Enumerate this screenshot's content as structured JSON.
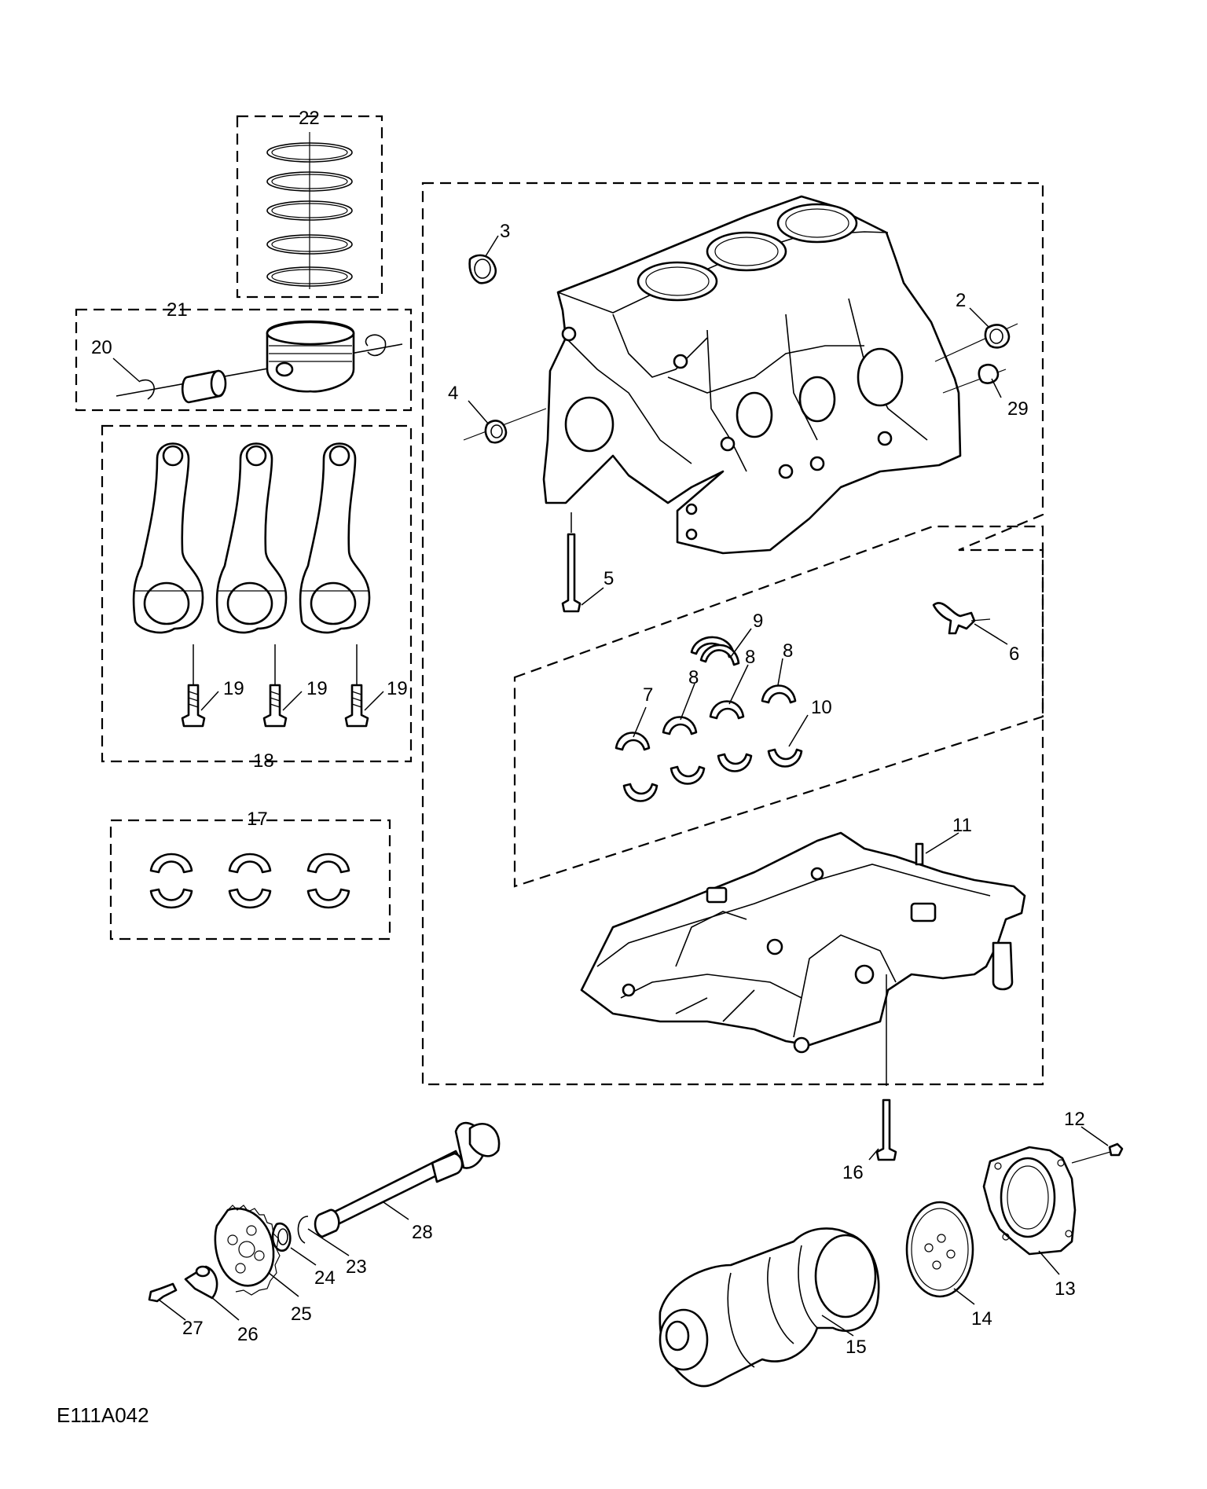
{
  "diagram": {
    "figure_id": "E111A042",
    "callouts": [
      "2",
      "3",
      "4",
      "5",
      "6",
      "7",
      "8",
      "8",
      "8",
      "9",
      "10",
      "11",
      "12",
      "13",
      "14",
      "15",
      "16",
      "17",
      "18",
      "19",
      "19",
      "19",
      "20",
      "21",
      "22",
      "23",
      "24",
      "25",
      "26",
      "27",
      "28",
      "29"
    ]
  }
}
